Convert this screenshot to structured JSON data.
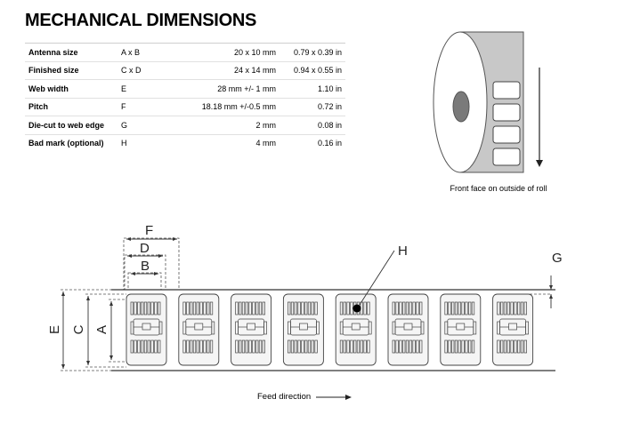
{
  "heading": "MECHANICAL DIMENSIONS",
  "dimensions": [
    {
      "name": "Antenna size",
      "symbol": "A x B",
      "metric": "20 x 10 mm",
      "imperial": "0.79 x 0.39 in"
    },
    {
      "name": "Finished size",
      "symbol": "C x D",
      "metric": "24 x 14 mm",
      "imperial": "0.94 x 0.55 in"
    },
    {
      "name": "Web width",
      "symbol": "E",
      "metric": "28 mm +/- 1 mm",
      "imperial": "1.10 in"
    },
    {
      "name": "Pitch",
      "symbol": "F",
      "metric": "18.18 mm +/-0.5 mm",
      "imperial": "0.72 in"
    },
    {
      "name": "Die-cut to web edge",
      "symbol": "G",
      "metric": "2 mm",
      "imperial": "0.08 in"
    },
    {
      "name": "Bad mark (optional)",
      "symbol": "H",
      "metric": "4 mm",
      "imperial": "0.16 in"
    }
  ],
  "roll": {
    "caption": "Front face on outside of roll"
  },
  "diagram": {
    "labels": {
      "a": "A",
      "b": "B",
      "c": "C",
      "d": "D",
      "e": "E",
      "f": "F",
      "g": "G",
      "h": "H"
    },
    "feed_label": "Feed direction",
    "label_count": 8,
    "colors": {
      "label_fill": "#f5f5f5",
      "outline": "#444444",
      "roll_side": "#c8c8c8"
    }
  }
}
